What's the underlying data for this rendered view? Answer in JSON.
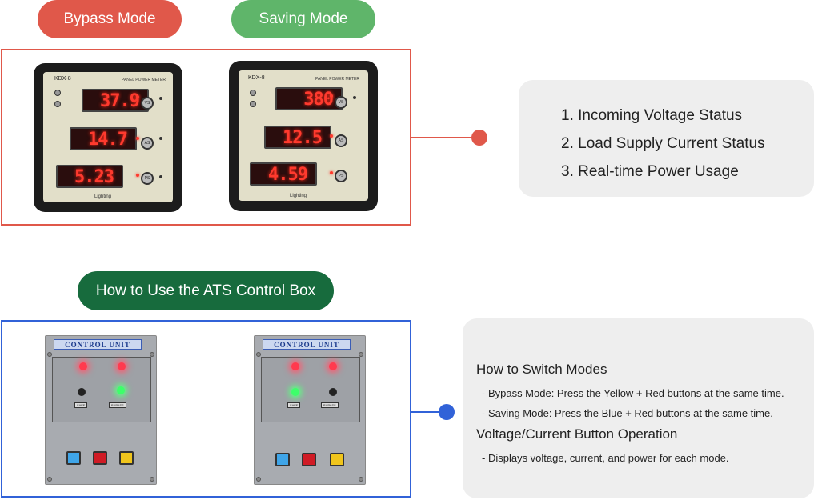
{
  "modes": {
    "bypass_label": "Bypass Mode",
    "saving_label": "Saving Mode"
  },
  "meters": [
    {
      "brand": "KDX-8",
      "title": "PANEL POWER METER",
      "readings": [
        "37.9",
        "14.7",
        "5.23"
      ],
      "footer": "Lighting"
    },
    {
      "brand": "KDX-8",
      "title": "PANEL POWER METER",
      "readings": [
        "380",
        "12.5",
        "4.59"
      ],
      "footer": "Lighting"
    }
  ],
  "meter_info": {
    "items": [
      "1. Incoming Voltage Status",
      "2. Load Supply Current Status",
      "3. Real-time Power Usage"
    ]
  },
  "howto_label": "How to Use the ATS Control Box",
  "control_units": [
    {
      "title": "CONTROL UNIT"
    },
    {
      "title": "CONTROL UNIT"
    }
  ],
  "switch_info": {
    "heading1": "How to Switch Modes",
    "line1": "- Bypass Mode: Press the Yellow + Red buttons at the same time.",
    "line2": "- Saving Mode: Press the Blue + Red buttons at the same time.",
    "heading2": "Voltage/Current Button Operation",
    "line3": "- Displays voltage, current, and power for each mode."
  },
  "colors": {
    "bypass": "#e0584a",
    "saving": "#5fb56a",
    "howto": "#176b3d",
    "blue_frame": "#3162d8",
    "info_bg": "#eeeeee"
  }
}
